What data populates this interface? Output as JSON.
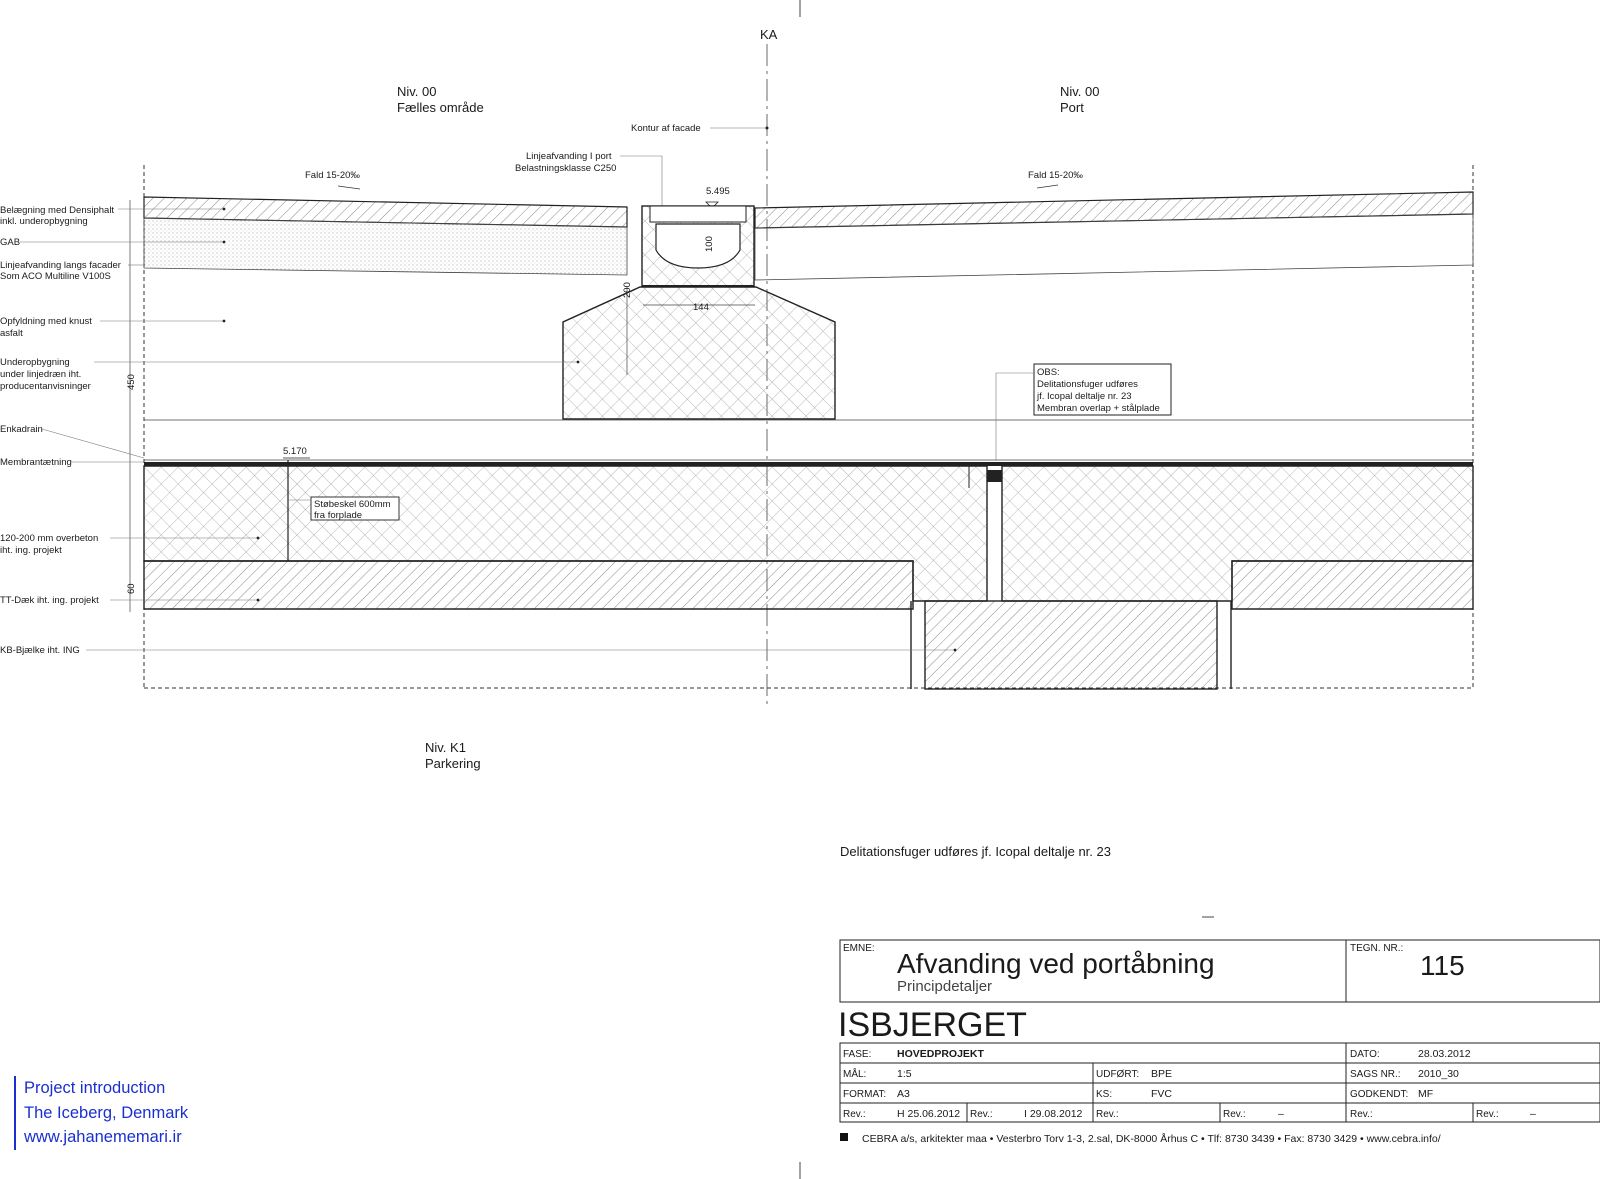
{
  "gridline": {
    "label": "KA"
  },
  "levels": {
    "left_top": {
      "line1": "Niv. 00",
      "line2": "Fælles område"
    },
    "right_top": {
      "line1": "Niv. 00",
      "line2": "Port"
    },
    "bottom": {
      "line1": "Niv. K1",
      "line2": "Parkering"
    }
  },
  "annotations": {
    "facade": "Kontur af facade",
    "drain_port_1": "Linjeafvanding I port",
    "drain_port_2": "Belastningsklasse C250",
    "fald_left": "Fald 15-20‰",
    "fald_right": "Fald 15-20‰",
    "elev_top": "5.495",
    "elev_bottom": "5.170",
    "dim_100": "100",
    "dim_200": "200",
    "dim_144": "144",
    "dim_450": "450",
    "dim_60": "60",
    "obs_1": "OBS:",
    "obs_2": "Delitationsfuger udføres",
    "obs_3": "jf. Icopal deltalje nr. 23",
    "obs_4": "Membran overlap + stålplade",
    "stob_1": "Støbeskel 600mm",
    "stob_2": "fra forplade"
  },
  "left_labels": [
    "Belægning med Densiphalt",
    "inkl. underopbygning",
    "GAB",
    "Linjeafvanding langs facader",
    "Som ACO Multiline V100S",
    "Opfyldning med knust",
    "asfalt",
    "Underopbygning",
    "under linjedræn iht.",
    "producentanvisninger",
    "Enkadrain",
    "Membrantætning",
    "120-200 mm overbeton",
    "iht. ing. projekt",
    "TT-Dæk iht. ing. projekt",
    "KB-Bjælke iht. ING"
  ],
  "note": "Delitationsfuger udføres jf. Icopal deltalje nr. 23",
  "title_block": {
    "emne_label": "EMNE:",
    "title": "Afvanding ved portåbning",
    "subtitle": "Principdetaljer",
    "tegn_label": "TEGN. NR.:",
    "tegn_value": "115",
    "project": "ISBJERGET",
    "fase_label": "FASE:",
    "fase_value": "HOVEDPROJEKT",
    "dato_label": "DATO:",
    "dato_value": "28.03.2012",
    "mal_label": "MÅL:",
    "mal_value": "1:5",
    "udfort_label": "UDFØRT:",
    "udfort_value": "BPE",
    "sags_label": "SAGS NR.:",
    "sags_value": "2010_30",
    "format_label": "FORMAT:",
    "format_value": "A3",
    "ks_label": "KS:",
    "ks_value": "FVC",
    "godkendt_label": "GODKENDT:",
    "godkendt_value": "MF",
    "rev_label": "Rev.:",
    "rev1_value": "H 25.06.2012",
    "rev2_value": "I 29.08.2012",
    "rev_dash": "–",
    "footer": "CEBRA a/s, arkitekter maa  •  Vesterbro Torv 1-3, 2.sal, DK-8000 Århus C  •  Tlf: 8730 3439  •  Fax: 8730 3429  •  www.cebra.info/"
  },
  "watermark": {
    "line1": "Project introduction",
    "line2": "The Iceberg, Denmark",
    "line3": "www.jahanememari.ir"
  }
}
